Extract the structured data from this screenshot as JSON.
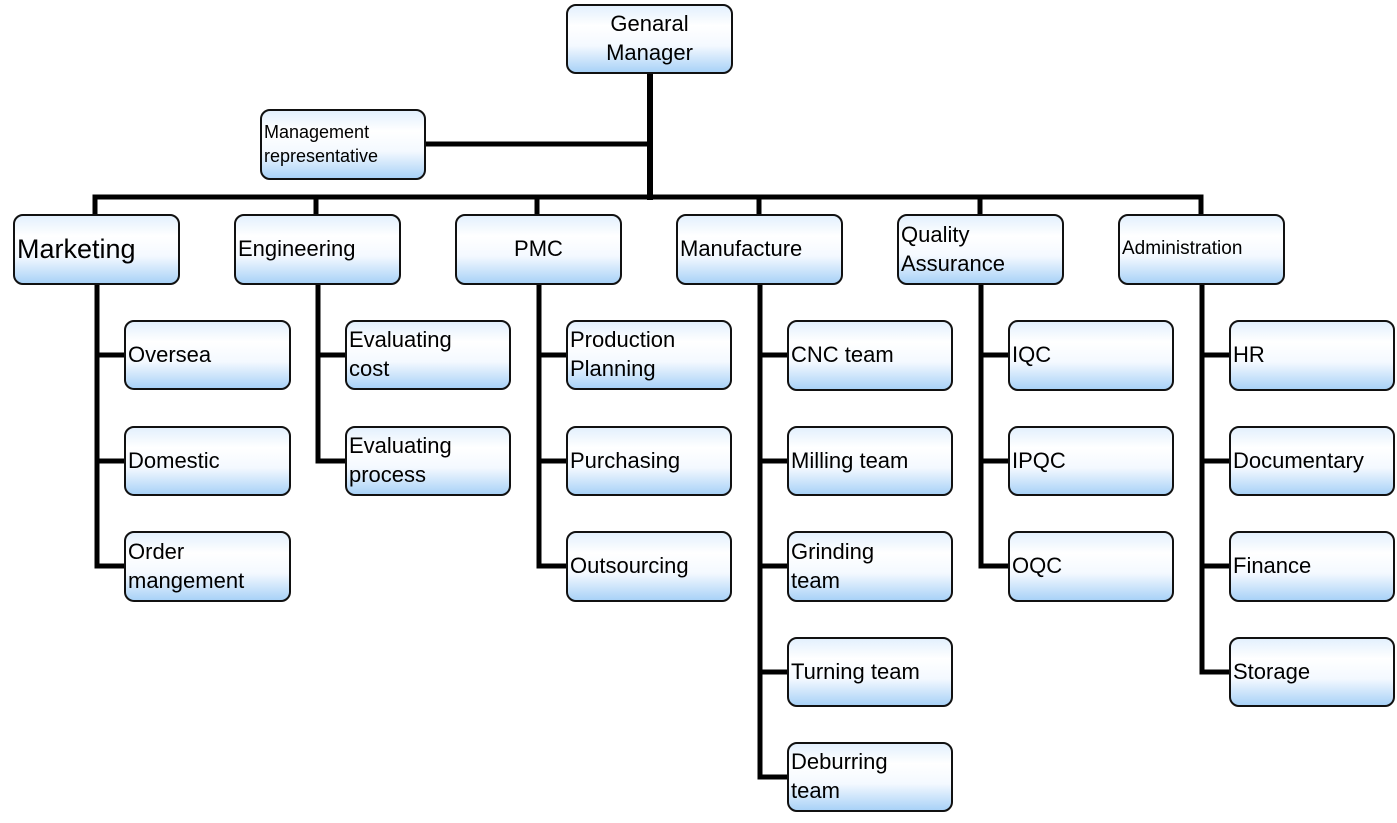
{
  "chart": {
    "root": "Genaral\nManager",
    "assistant": "Management\nrepresentative",
    "departments": [
      {
        "name": "Marketing",
        "children": [
          "Oversea",
          "Domestic",
          "Order\nmangement"
        ]
      },
      {
        "name": "Engineering",
        "children": [
          "Evaluating\ncost",
          "Evaluating\nprocess"
        ]
      },
      {
        "name": "PMC",
        "children": [
          "Production\nPlanning",
          "Purchasing",
          "Outsourcing"
        ]
      },
      {
        "name": "Manufacture",
        "children": [
          "CNC team",
          "Milling team",
          "Grinding\nteam",
          "Turning team",
          "Deburring\nteam"
        ]
      },
      {
        "name": "Quality\nAssurance",
        "children": [
          "IQC",
          "IPQC",
          "OQC"
        ]
      },
      {
        "name": "Administration",
        "children": [
          "HR",
          "Documentary",
          "Finance",
          "Storage"
        ]
      }
    ]
  },
  "colors": {
    "line": "#000000",
    "box_border": "#111111",
    "gradient_bottom": "#a9d2f7"
  }
}
